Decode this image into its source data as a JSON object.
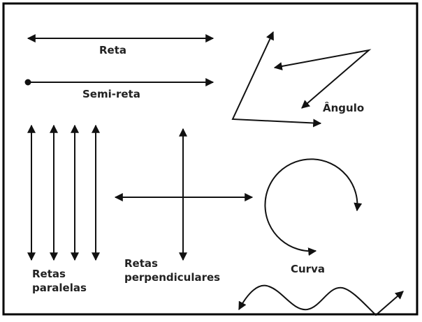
{
  "labels": {
    "reta": "Reta",
    "semi_reta": "Semi-reta",
    "angulo": "Ângulo",
    "paralelas_1": "Retas",
    "paralelas_2": "paralelas",
    "perpendiculares_1": "Retas",
    "perpendiculares_2": "perpendiculares",
    "curva": "Curva"
  },
  "colors": {
    "ink": "#111111",
    "frame": "#000000"
  }
}
